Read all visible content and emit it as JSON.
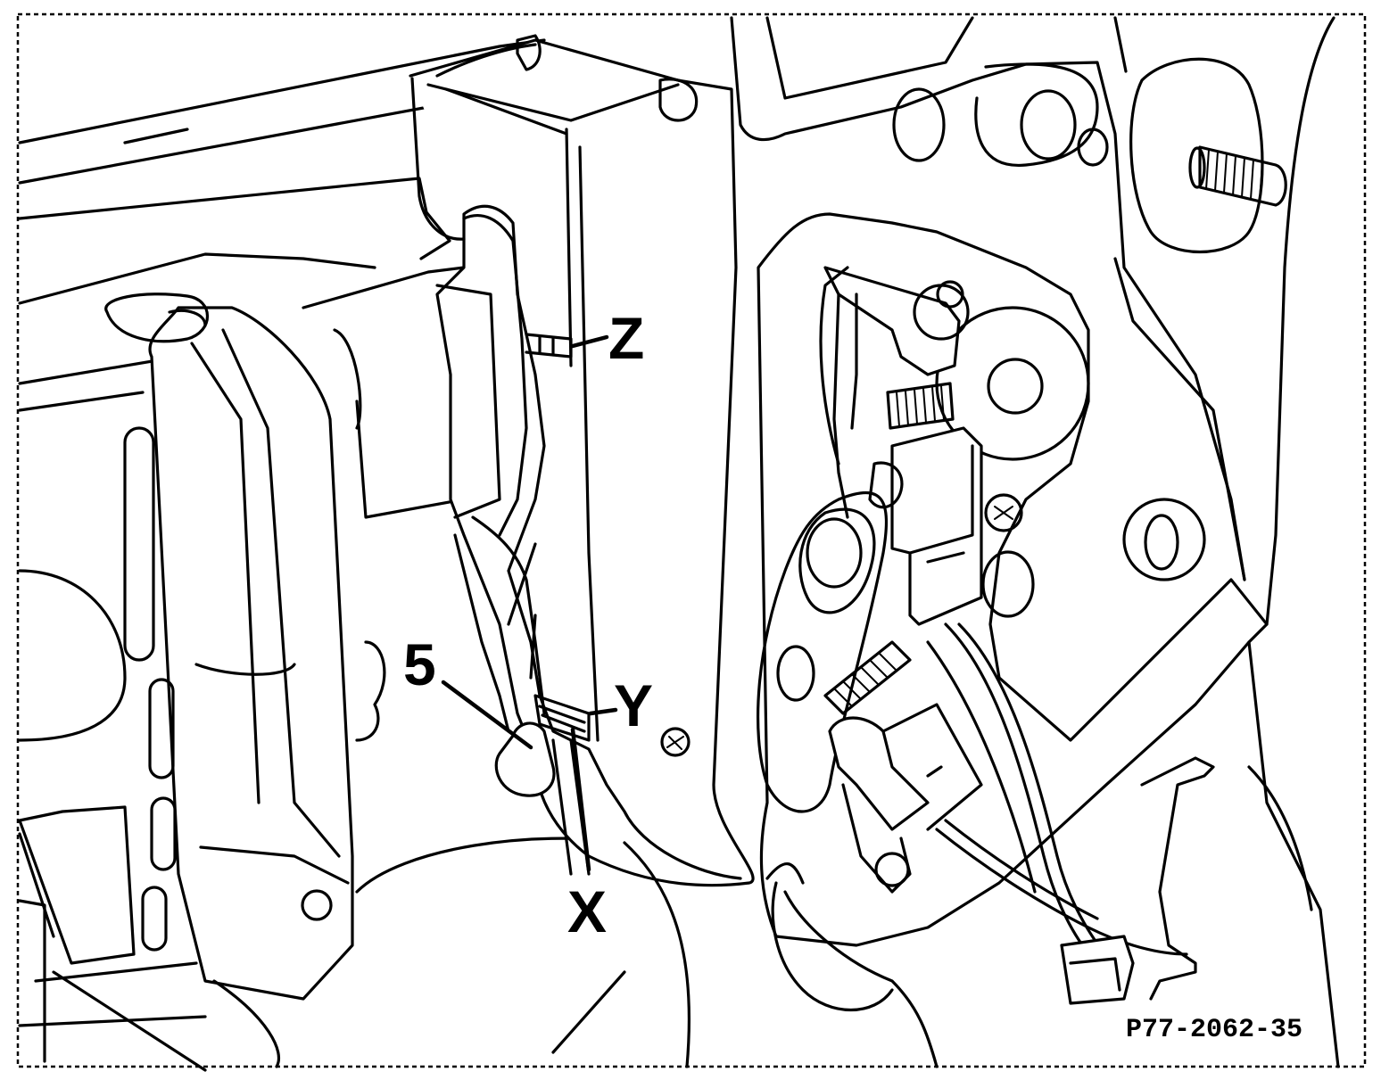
{
  "figure_id": "P77-2062-35",
  "callouts": {
    "z": "Z",
    "y": "Y",
    "x": "X",
    "five": "5"
  }
}
